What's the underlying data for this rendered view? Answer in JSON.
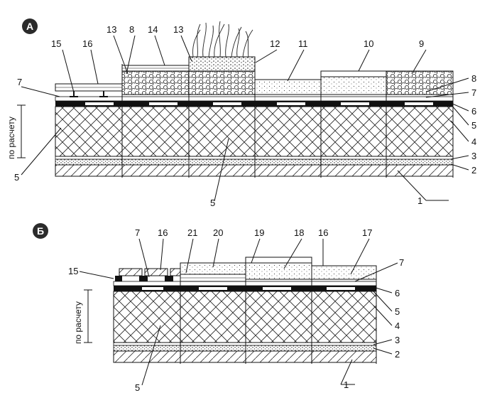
{
  "section_a": {
    "badge": "А",
    "side_label": "по расчету",
    "callouts": {
      "c1": "1",
      "c2": "2",
      "c3": "3",
      "c4": "4",
      "c5": "5",
      "c5b": "5",
      "c5c": "5",
      "c6": "6",
      "c7": "7",
      "c7b": "7",
      "c8": "8",
      "c8b": "8",
      "c9": "9",
      "c10": "10",
      "c11": "11",
      "c12": "12",
      "c13": "13",
      "c13b": "13",
      "c14": "14",
      "c15": "15",
      "c16": "16"
    }
  },
  "section_b": {
    "badge": "Б",
    "side_label": "по расчету",
    "callouts": {
      "c1": "1",
      "c2": "2",
      "c3": "3",
      "c4": "4",
      "c5": "5",
      "c5b": "5",
      "c6": "6",
      "c7": "7",
      "c7b": "7",
      "c15": "15",
      "c16": "16",
      "c16b": "16",
      "c17": "17",
      "c18": "18",
      "c19": "19",
      "c20": "20",
      "c21": "21"
    }
  }
}
